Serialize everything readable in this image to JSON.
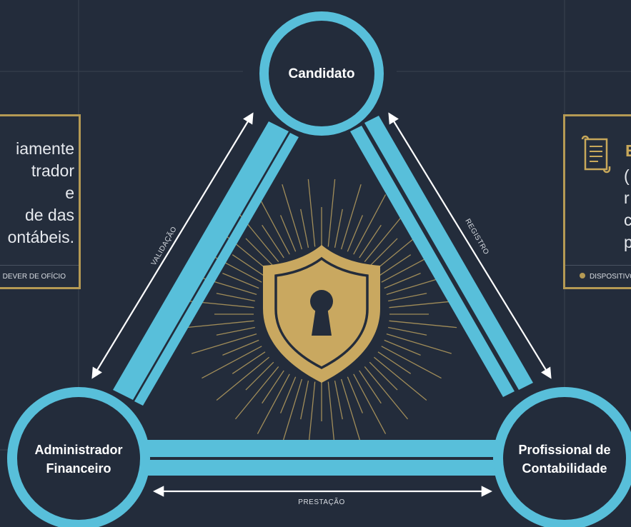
{
  "nodes": {
    "top": "Candidato",
    "bottom_left_line1": "Administrador",
    "bottom_left_line2": "Financeiro",
    "bottom_right_line1": "Profissional de",
    "bottom_right_line2": "Contabilidade"
  },
  "edges": {
    "left": "VALIDAÇÃO",
    "right": "REGISTRO",
    "bottom": "PRESTAÇÃO"
  },
  "left_panel": {
    "lines": [
      "iamente",
      "trador",
      "e",
      "de das",
      "ontábeis."
    ],
    "footer": "DEVER DE OFÍCIO"
  },
  "right_panel": {
    "title": "E",
    "lines": [
      "(",
      "r",
      "c",
      "p"
    ],
    "footer": "DISPOSITIVO"
  },
  "colors": {
    "background": "#232c3b",
    "cyan": "#58bfda",
    "gold": "#b59a54",
    "shield_gold": "#c9a860"
  },
  "icons": {
    "center": "shield-keyhole-icon",
    "right_panel": "scroll-icon"
  }
}
